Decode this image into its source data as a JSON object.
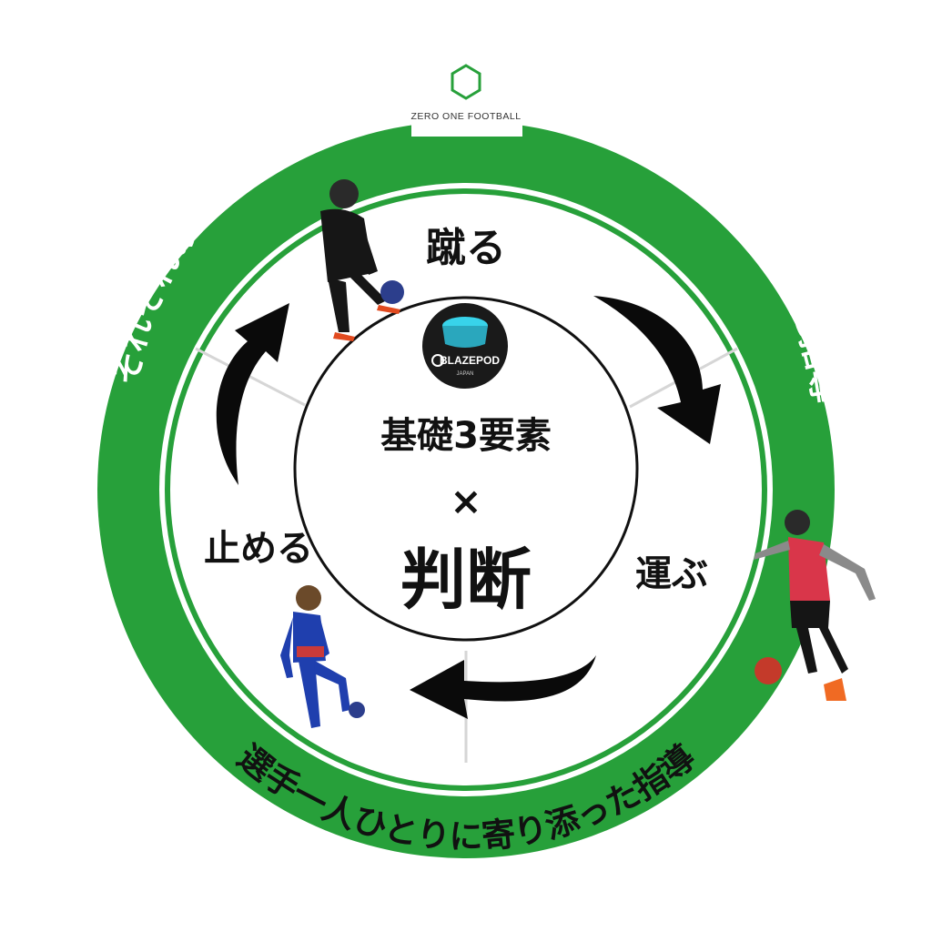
{
  "logo": {
    "text": "ZERO ONE FOOTBALL"
  },
  "ring": {
    "left_text": "それぞれのテーマ別練習",
    "right_text": "・個人技術を中心に指導",
    "bottom_text": "選手一人ひとりに寄り添った指導"
  },
  "cycle": {
    "kick": "蹴る",
    "carry": "運ぶ",
    "stop": "止める"
  },
  "center": {
    "line1": "基礎3要素",
    "times": "×",
    "line2": "判断"
  },
  "device": {
    "brand": "BLAZEPOD",
    "sub": "JAPAN"
  },
  "colors": {
    "green": "#27a03a",
    "dark": "#111111",
    "white": "#ffffff"
  }
}
